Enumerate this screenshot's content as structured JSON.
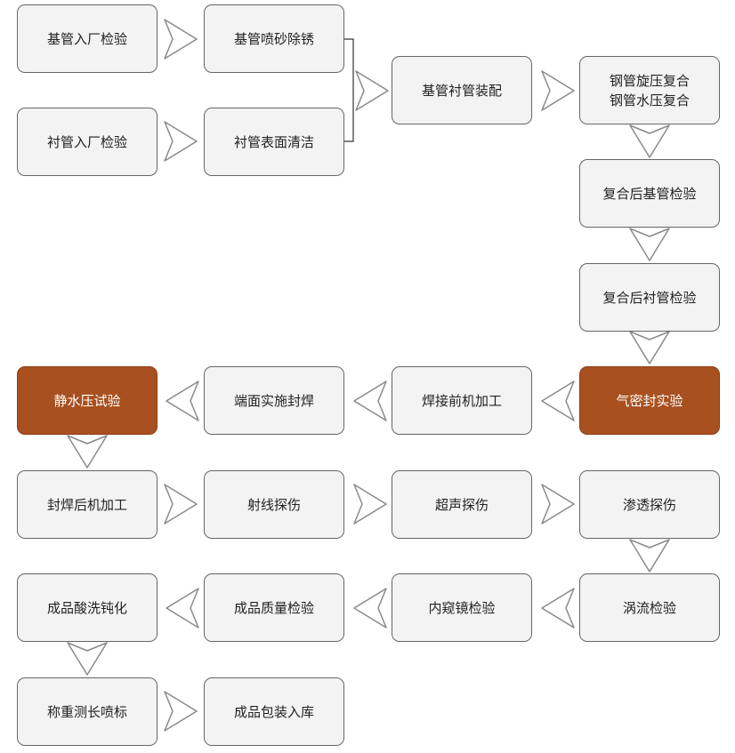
{
  "colors": {
    "box_fill": "#f3f3f3",
    "box_border": "#666666",
    "highlight_fill": "#a8501f",
    "arrow_fill": "#ffffff",
    "arrow_stroke": "#8a8a8a",
    "connector": "#333333"
  },
  "steps": {
    "base_tube_incoming_inspection": "基管入厂检验",
    "base_tube_sandblasting": "基管喷砂除锈",
    "liner_incoming_inspection": "衬管入厂检验",
    "liner_surface_cleaning": "衬管表面清洁",
    "base_liner_assembly": "基管衬管装配",
    "spin_press_compound": [
      "钢管旋压复合",
      "钢管水压复合"
    ],
    "post_compound_base_inspection": "复合后基管检验",
    "post_compound_liner_inspection": "复合后衬管检验",
    "air_tightness_test": "气密封实验",
    "pre_weld_machining": "焊接前机加工",
    "end_seal_welding": "端面实施封焊",
    "hydrostatic_test": "静水压试验",
    "post_weld_machining": "封焊后机加工",
    "radiographic_testing": "射线探伤",
    "ultrasonic_testing": "超声探伤",
    "penetrant_testing": "渗透探伤",
    "eddy_current_testing": "涡流检验",
    "endoscope_inspection": "内窥镜检验",
    "finished_quality_inspection": "成品质量检验",
    "pickling_passivation": "成品酸洗钝化",
    "weighing_marking": "称重测长喷标",
    "packaging_storage": "成品包装入库"
  }
}
